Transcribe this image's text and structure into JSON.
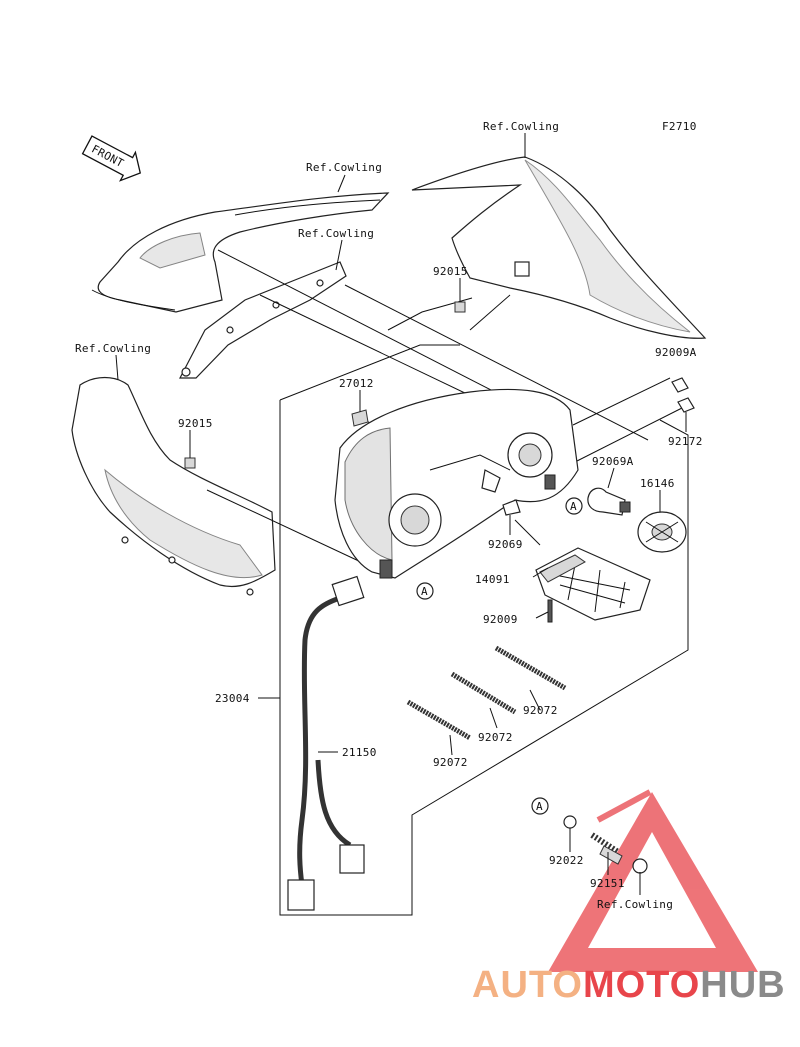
{
  "figure_code": "F2710",
  "front_arrow_label": "FRONT",
  "callout_letter": "A",
  "labels": {
    "ref_cowling": "Ref.Cowling",
    "p92015": "92015",
    "p92009a": "92009A",
    "p27012": "27012",
    "p92172": "92172",
    "p92069a": "92069A",
    "p16146": "16146",
    "p92069": "92069",
    "p14091": "14091",
    "p92009": "92009",
    "p23004": "23004",
    "p21150": "21150",
    "p92072": "92072",
    "p92022": "92022",
    "p92151": "92151"
  },
  "watermark": {
    "part1": "AUTO",
    "part2": "MOTO",
    "part3": "HUB",
    "colors": {
      "auto": "#f4b183",
      "moto": "#e8454b",
      "hub": "#8a8a8a",
      "triangle": "#e8454b"
    }
  }
}
